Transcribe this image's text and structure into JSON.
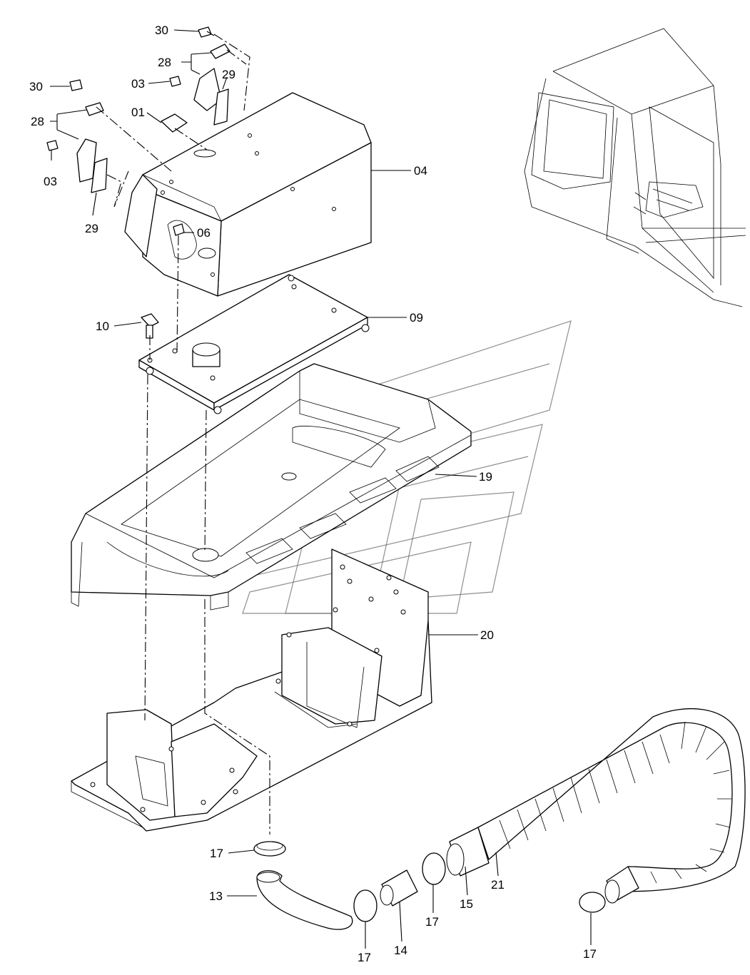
{
  "callouts": [
    {
      "id": "c30a",
      "text": "30"
    },
    {
      "id": "c28a",
      "text": "28"
    },
    {
      "id": "c03a",
      "text": "03"
    },
    {
      "id": "c29a",
      "text": "29"
    },
    {
      "id": "c01",
      "text": "01"
    },
    {
      "id": "c30b",
      "text": "30"
    },
    {
      "id": "c28b",
      "text": "28"
    },
    {
      "id": "c03b",
      "text": "03"
    },
    {
      "id": "c29b",
      "text": "29"
    },
    {
      "id": "c04",
      "text": "04"
    },
    {
      "id": "c06",
      "text": "06"
    },
    {
      "id": "c10",
      "text": "10"
    },
    {
      "id": "c09",
      "text": "09"
    },
    {
      "id": "c19",
      "text": "19"
    },
    {
      "id": "c20",
      "text": "20"
    },
    {
      "id": "c17a",
      "text": "17"
    },
    {
      "id": "c13",
      "text": "13"
    },
    {
      "id": "c17b",
      "text": "17"
    },
    {
      "id": "c14",
      "text": "14"
    },
    {
      "id": "c17c",
      "text": "17"
    },
    {
      "id": "c15",
      "text": "15"
    },
    {
      "id": "c21",
      "text": "21"
    },
    {
      "id": "c17d",
      "text": "17"
    }
  ]
}
